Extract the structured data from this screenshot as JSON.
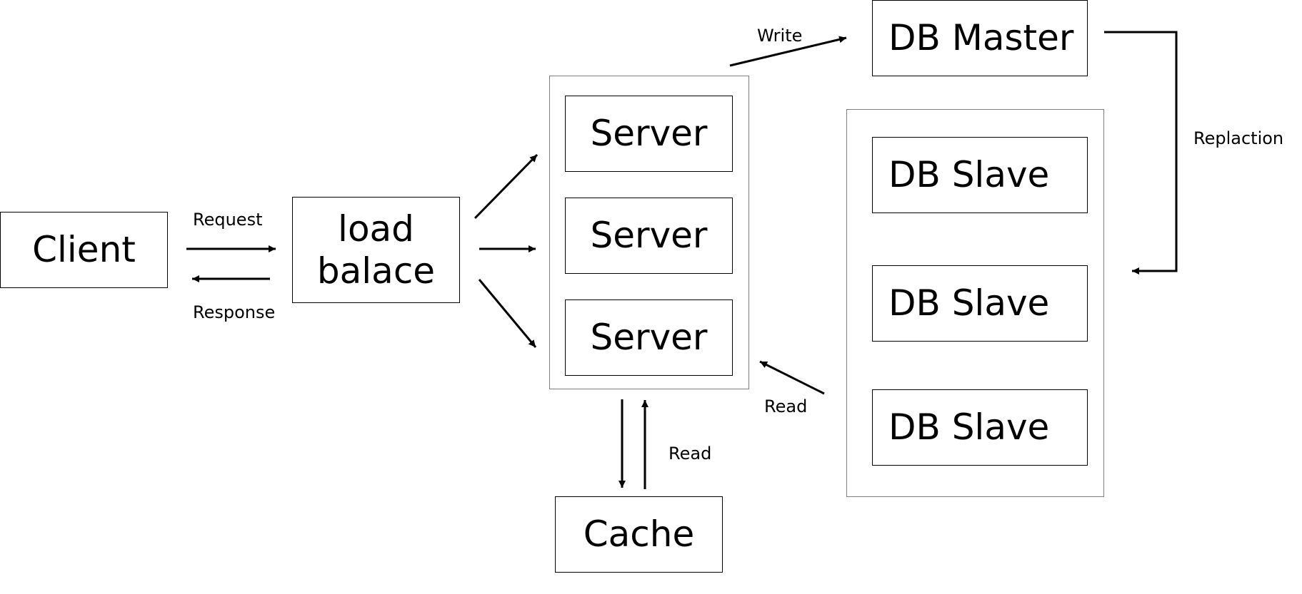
{
  "nodes": {
    "client": "Client",
    "load_balancer": "load\nbalace",
    "servers": [
      "Server",
      "Server",
      "Server"
    ],
    "cache": "Cache",
    "db_master": "DB Master",
    "db_slaves": [
      "DB Slave",
      "DB Slave",
      "DB Slave"
    ]
  },
  "edge_labels": {
    "request": "Request",
    "response": "Response",
    "write": "Write",
    "replication": "Replaction",
    "read_db": "Read",
    "read_cache": "Read"
  },
  "colors": {
    "stroke": "#000000",
    "group_border": "#7f7f7f",
    "background": "#ffffff"
  }
}
